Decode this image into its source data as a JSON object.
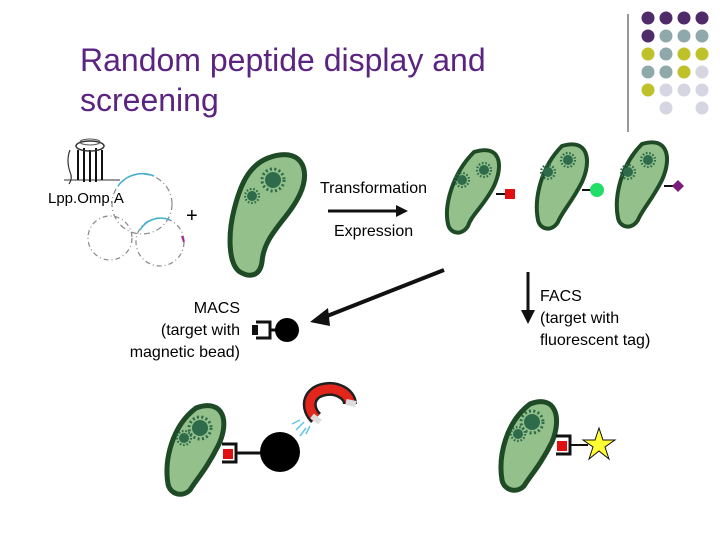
{
  "slide": {
    "title": "Random peptide display and screening"
  },
  "labels": {
    "construct": "Lpp.Omp.A",
    "plus": "+",
    "transformation": "Transformation",
    "expression": "Expression",
    "macs": "MACS\n(target with\nmagnetic bead)",
    "facs": "FACS\n(target with\nfluorescent tag)"
  },
  "colors": {
    "title": "#5b2480",
    "cell_fill": "#93c08b",
    "cell_outline": "#1f4a26",
    "flagella_motor": "#2e6b4a",
    "peptide_red": "#e01010",
    "peptide_green": "#22dd66",
    "peptide_purple": "#7a1e7e",
    "star": "#ffff33",
    "dot_purple": "#4f2b69",
    "dot_teal": "#8fa8aa",
    "dot_olive": "#bfc12a",
    "dot_gray": "#d6d6e2"
  },
  "corner_dots": [
    [
      "dot_purple",
      "dot_purple",
      "dot_purple",
      "dot_purple"
    ],
    [
      "dot_purple",
      "dot_teal",
      "dot_teal",
      "dot_teal"
    ],
    [
      "dot_olive",
      "dot_teal",
      "dot_olive",
      "dot_olive"
    ],
    [
      "dot_teal",
      "dot_teal",
      "dot_olive",
      "dot_gray"
    ],
    [
      "dot_olive",
      "dot_gray",
      "dot_gray",
      "dot_gray"
    ],
    [
      "blank",
      "dot_gray",
      "blank",
      "dot_gray"
    ]
  ]
}
